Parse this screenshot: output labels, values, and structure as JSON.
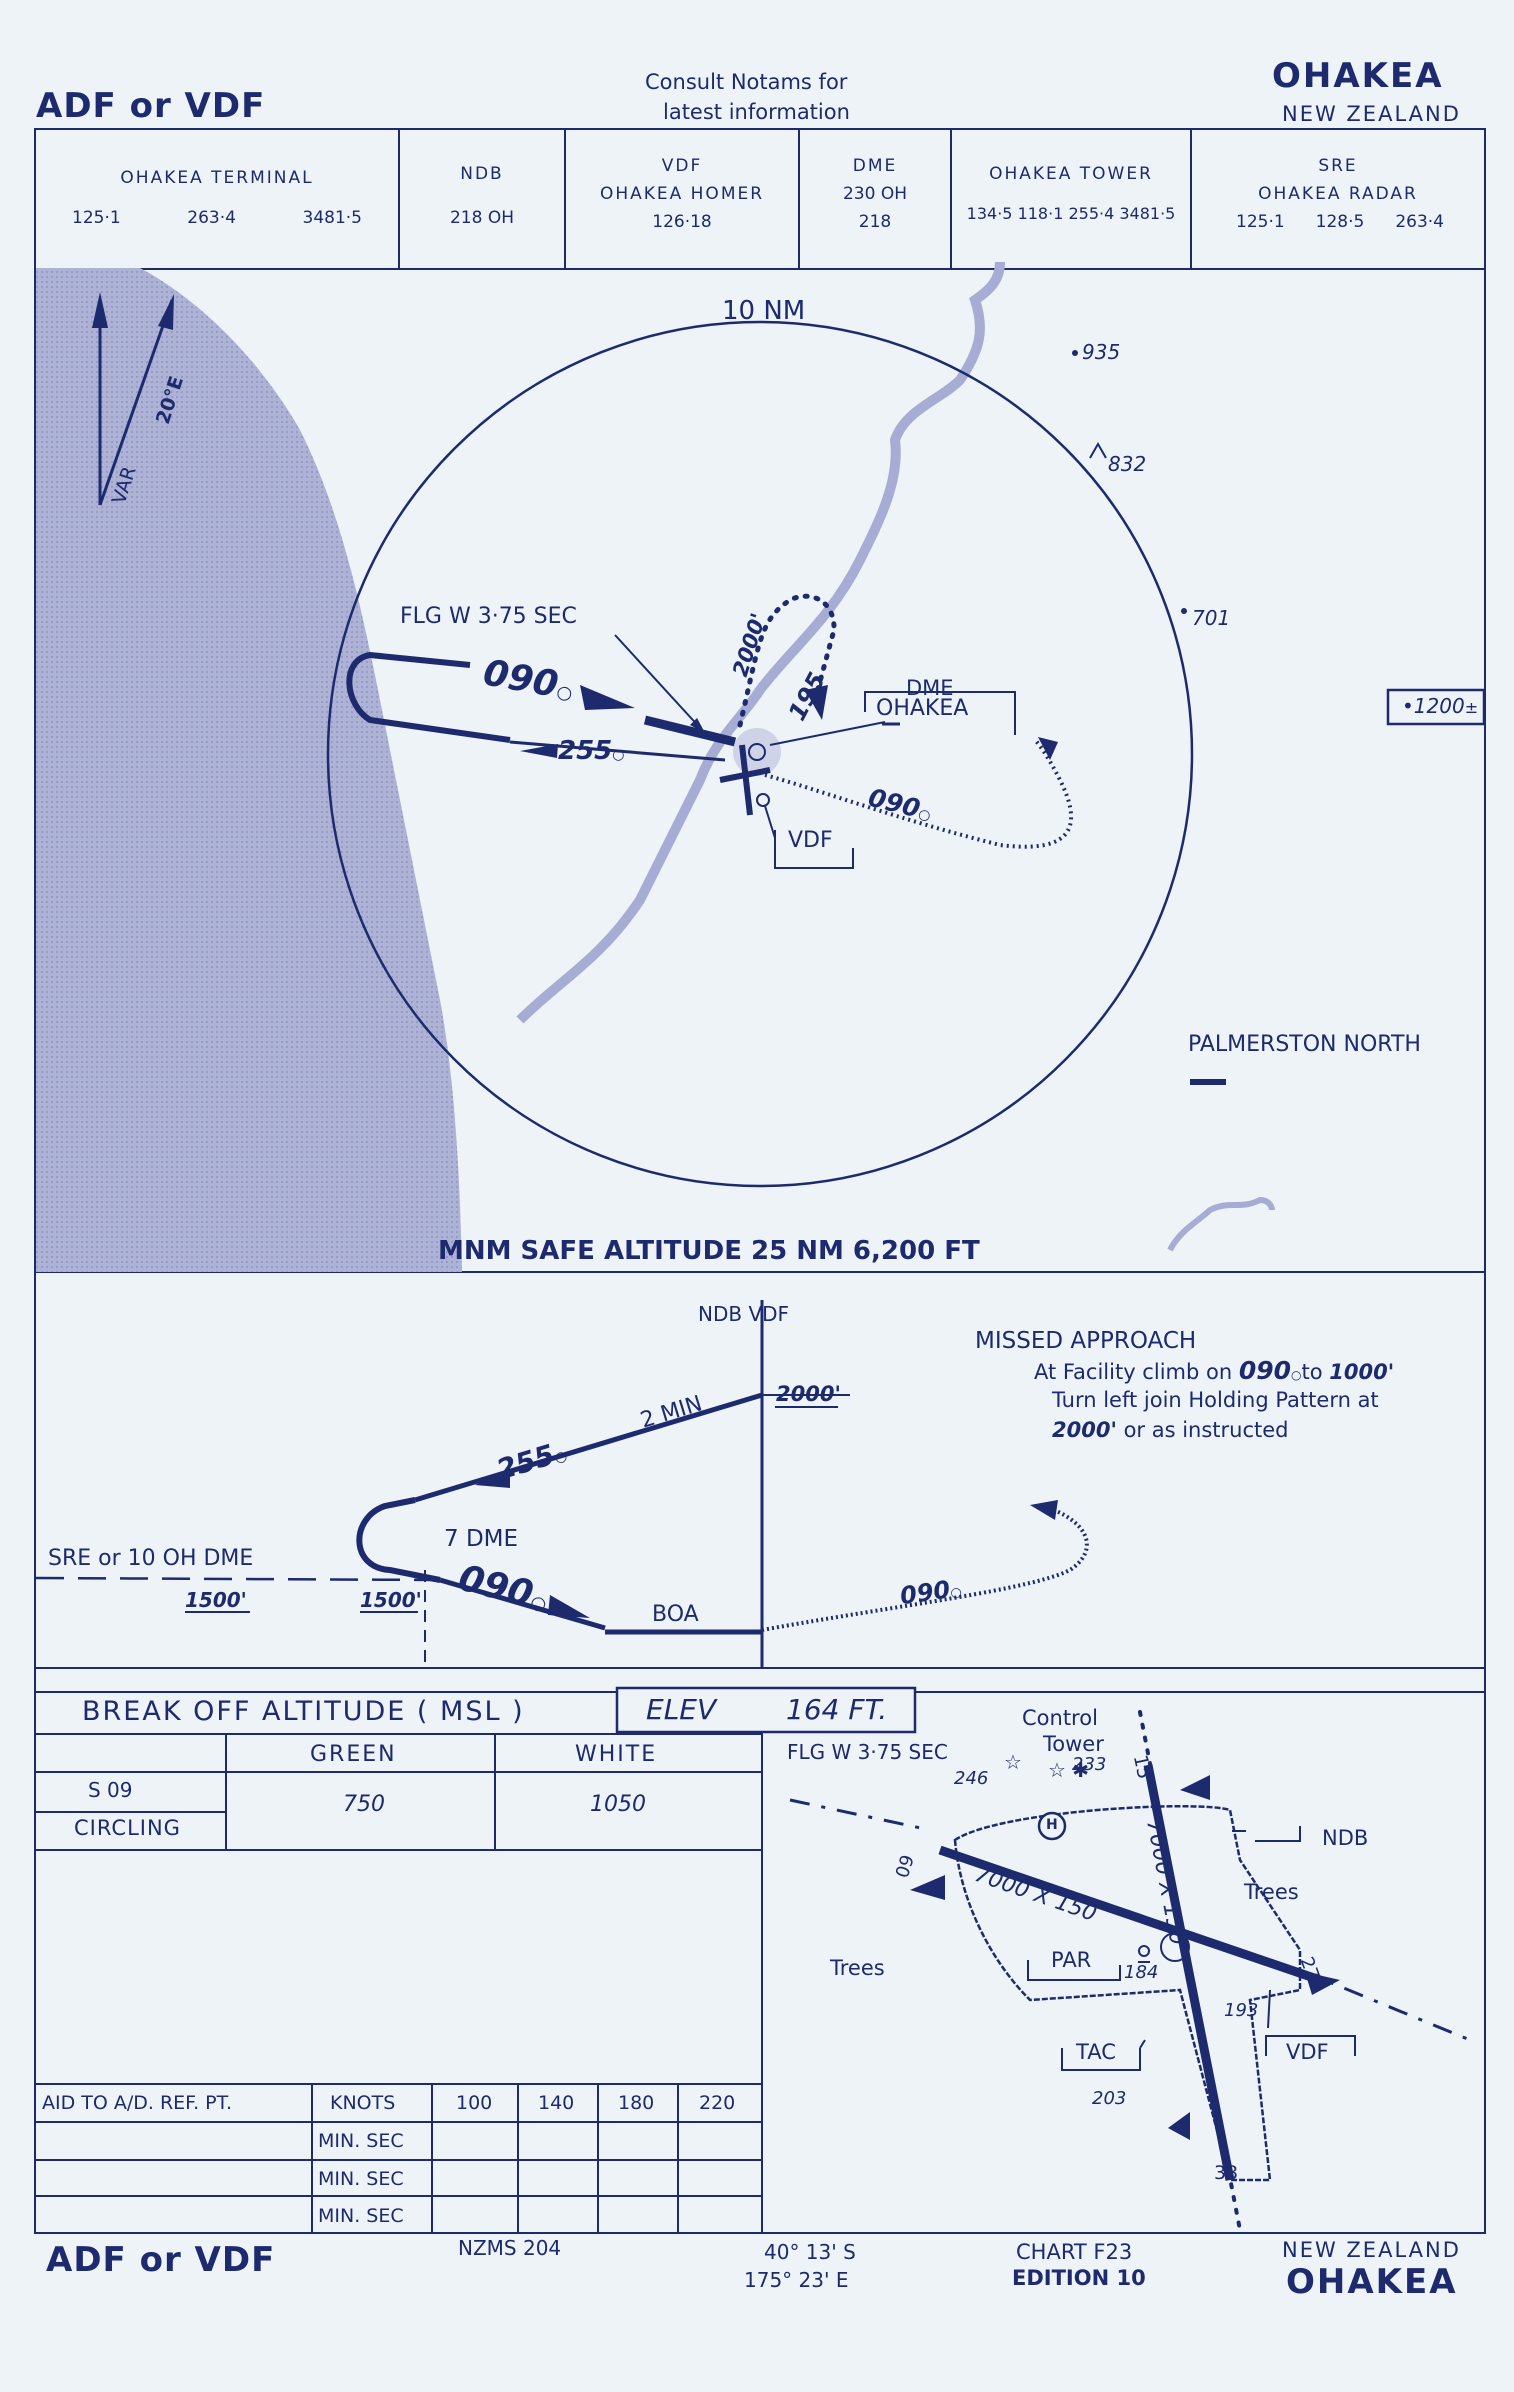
{
  "header": {
    "left_title": "ADF or VDF",
    "notice_line1": "Consult Notams for",
    "notice_line2": "latest information",
    "right_title": "OHAKEA",
    "right_subtitle": "NEW ZEALAND"
  },
  "frequencies": [
    {
      "title": "OHAKEA TERMINAL",
      "subtitle": "",
      "values": [
        "125·1",
        "263·4",
        "3481·5"
      ]
    },
    {
      "title": "NDB",
      "subtitle": "",
      "values": [
        "218  OH"
      ]
    },
    {
      "title": "VDF",
      "subtitle": "OHAKEA  HOMER",
      "values": [
        "126·18"
      ]
    },
    {
      "title": "DME",
      "subtitle": "230  OH",
      "values": [
        "218"
      ]
    },
    {
      "title": "OHAKEA  TOWER",
      "subtitle": "",
      "values": [
        "134·5  118·1  255·4  3481·5"
      ]
    },
    {
      "title": "SRE",
      "subtitle": "OHAKEA RADAR",
      "values": [
        "125·1",
        "128·5",
        "263·4"
      ]
    }
  ],
  "plan": {
    "var": "VAR",
    "var_deg": "20°E",
    "ring": "10 NM",
    "flg": "FLG W 3·75 SEC",
    "hdg_090": "090",
    "hdg_255": "255",
    "hdg_195": "195",
    "alt_2000": "2000'",
    "dme_label": "DME",
    "dme_name": "OHAKEA",
    "vdf_label": "VDF",
    "hdg_090_missed": "090",
    "spot_935": "935",
    "spot_832": "832",
    "spot_701": "701",
    "box_1200": "1200",
    "town": "PALMERSTON NORTH",
    "msa": "MNM SAFE ALTITUDE 25 NM 6,200 FT"
  },
  "profile": {
    "ndb_vdf": "NDB VDF",
    "two_min": "2 MIN",
    "alt_2000": "2000'",
    "hdg_255": "255",
    "seven_dme": "7  DME",
    "sre": "SRE   or  10  OH   DME",
    "alt_1500a": "1500'",
    "alt_1500b": "1500'",
    "hdg_090": "090",
    "boa": "BOA",
    "hdg_090_missed": "090",
    "missed_title": "MISSED APPROACH",
    "missed_l1a": "At Facility climb on",
    "missed_l1b": "090",
    "missed_l1c": "to",
    "missed_l1d": "1000'",
    "missed_l2": "Turn left join Holding Pattern at",
    "missed_l3a": "2000'",
    "missed_l3b": "or as instructed"
  },
  "minima": {
    "title": "BREAK OFF ALTITUDE ( MSL )",
    "elev_label": "ELEV",
    "elev_value": "164 FT.",
    "col_green": "GREEN",
    "col_white": "WHITE",
    "row1": "S 09",
    "row2": "CIRCLING",
    "green_value": "750",
    "white_value": "1050"
  },
  "timing": {
    "label": "AID TO A/D. REF. PT.",
    "knots": "KNOTS",
    "speeds": [
      "100",
      "140",
      "180",
      "220"
    ],
    "rows": [
      "MIN. SEC",
      "MIN. SEC",
      "MIN. SEC"
    ]
  },
  "aerodrome": {
    "flg": "FLG W 3·75 SEC",
    "control": "Control",
    "tower": "Tower",
    "elev_246": "246",
    "elev_233": "233",
    "rwy_15": "15",
    "rwy_09": "09",
    "rwy_27": "27",
    "rwy_33": "33",
    "dims_a": "7000 X 150",
    "dims_b": "7000 X 150",
    "ndb": "NDB",
    "trees1": "Trees",
    "trees2": "Trees",
    "par": "PAR",
    "elev_184": "184",
    "elev_193": "193",
    "vdf": "VDF",
    "tac": "TAC",
    "elev_203": "203"
  },
  "footer": {
    "left_title": "ADF or VDF",
    "nzms": "NZMS  204",
    "lat": "40° 13' S",
    "lon": "175° 23' E",
    "chart": "CHART F23",
    "edition": "EDITION 10",
    "country": "NEW  ZEALAND",
    "name": "OHAKEA"
  }
}
